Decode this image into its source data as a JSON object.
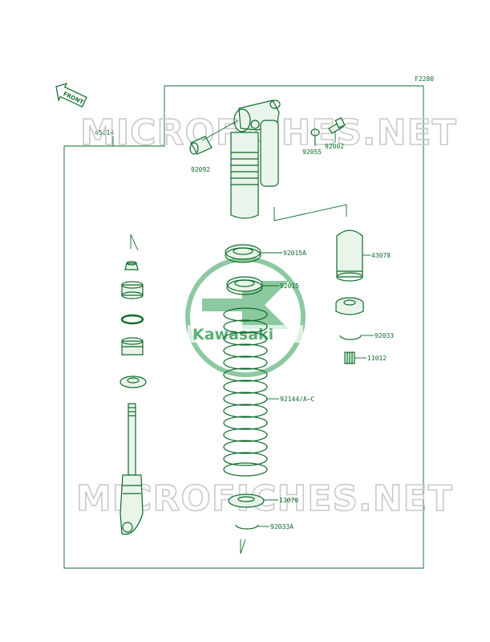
{
  "diagram_code": "F2280",
  "front_arrow": {
    "label": "FRONT",
    "icon": "front-arrow-icon"
  },
  "assembly_part": "45014",
  "parts": [
    {
      "id": "92092"
    },
    {
      "id": "92055"
    },
    {
      "id": "92002"
    },
    {
      "id": "92015A"
    },
    {
      "id": "43078"
    },
    {
      "id": "92015"
    },
    {
      "id": "92033"
    },
    {
      "id": "11012"
    },
    {
      "id": "92144/A~C"
    },
    {
      "id": "13070"
    },
    {
      "id": "92033A"
    }
  ],
  "watermarks": {
    "top": "MICROFICHES.NET",
    "bottom": "MICROFICHES.NET"
  },
  "logo": {
    "brand": "Kawasaki"
  },
  "colors": {
    "line": "#0d6b2a",
    "watermark": "#c9c9c9",
    "logo": "#2f9d52"
  }
}
